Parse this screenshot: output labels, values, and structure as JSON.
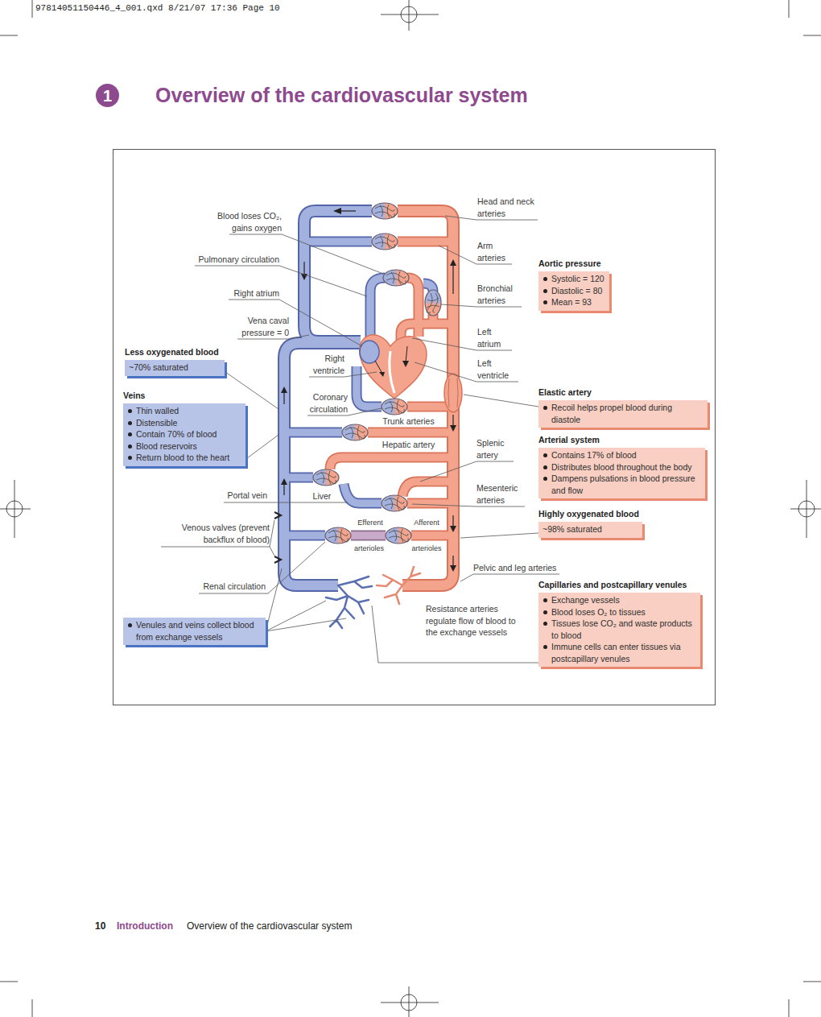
{
  "diagram": {
    "title": "Overview of the cardiovascular system",
    "nodes": [
      {
        "text": [
          "1"
        ]
      },
      {
        "text": [
          "Aortic pressure",
          "Systolic = 120",
          "Diastolic = 80",
          "Mean = 93"
        ]
      },
      {
        "text": [
          "Less oxygenated blood",
          "~70% saturated"
        ]
      },
      {
        "text": [
          "Elastic artery",
          "Recoil helps propel blood during diastole"
        ]
      },
      {
        "text": [
          "Veins",
          "Thin walled",
          "Distensible",
          "Contain 70% of blood",
          "Blood reservoirs",
          "Return blood to the heart"
        ]
      },
      {
        "text": [
          "Arterial system",
          "Contains 17% of blood",
          "Distributes blood throughout the body",
          "Dampens pulsations in blood pressure and flow"
        ]
      },
      {
        "text": [
          "Highly oxygenated blood",
          "~98% saturated"
        ]
      },
      {
        "text": [
          "Capillaries and postcapillary venules",
          "Exchange vessels",
          "Blood loses O₂ to tissues",
          "Tissues lose CO₂ and waste products to blood",
          "Immune cells can enter tissues via postcapillary venules"
        ]
      },
      {
        "text": [
          "Venules and veins collect blood from exchange vessels"
        ]
      }
    ],
    "labels": [
      "97814051150446_4_001.qxd 8/21/07 17:36 Page 10",
      "Head and neck arteries",
      "Blood loses CO₂, gains oxygen",
      "Arm arteries",
      "Pulmonary circulation",
      "Bronchial arteries",
      "Right atrium",
      "Vena caval pressure = 0",
      "Left atrium",
      "Right ventricle",
      "Left ventricle",
      "Coronary circulation",
      "Trunk arteries",
      "Hepatic artery",
      "Splenic artery",
      "Portal vein",
      "Liver",
      "Mesenteric arteries",
      "Venous valves (prevent backflux of blood)",
      "Efferent",
      "Afferent",
      "arterioles",
      "arterioles",
      "Pelvic and leg arteries",
      "Renal circulation",
      "Resistance arteries regulate flow of blood to the exchange vessels",
      "10",
      "Introduction",
      "Overview of the cardiovascular system"
    ]
  }
}
